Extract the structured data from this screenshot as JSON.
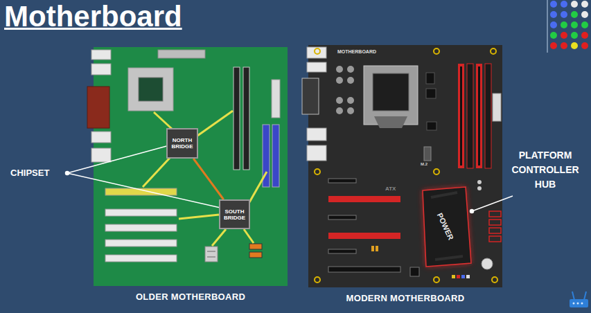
{
  "diagram": {
    "title": "Motherboard",
    "nodes": [
      {
        "text": [
          "OLDER MOTHERBOARD"
        ]
      },
      {
        "text": [
          "NORTH BRIDGE"
        ],
        "in": 0
      },
      {
        "text": [
          "SOUTH BRIDGE"
        ],
        "in": 0
      },
      {
        "text": [
          "MODERN MOTHERBOARD"
        ]
      },
      {
        "text": [
          "POWER"
        ],
        "in": 3
      }
    ],
    "edges": [
      {
        "from": 1,
        "to": 2,
        "arrow": "none"
      }
    ],
    "labels": [
      "CHIPSET",
      "MOTHERBOARD",
      "M.2",
      "ATX",
      "PLATFORM CONTROLLER HUB"
    ]
  }
}
